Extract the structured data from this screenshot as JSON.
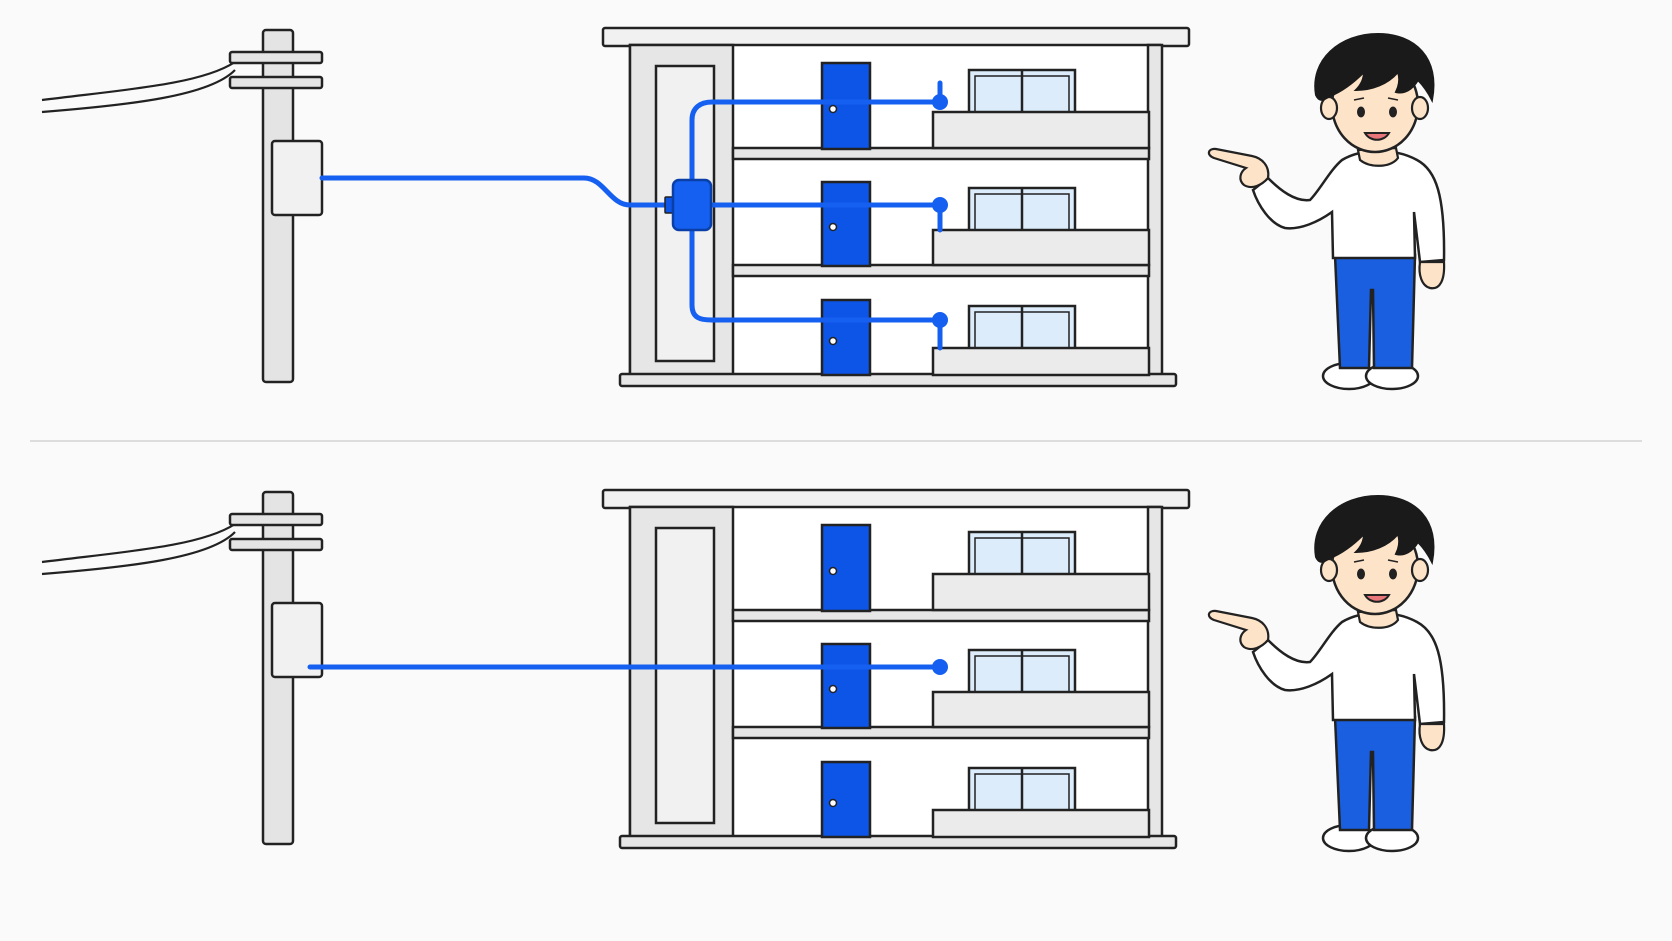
{
  "colors": {
    "background": "#fafafa",
    "line_blue": "#1560f0",
    "door_blue": "#0d55e6",
    "building_fill": "#f1f1f1",
    "building_wall": "#e6e6e6",
    "outline": "#222222",
    "window_glass": "#dcecfb",
    "pole_gray": "#e4e4e4",
    "separator": "#dddddd",
    "pants_blue": "#1a5fe0",
    "skin": "#fde3c8",
    "hair": "#1a1a1a"
  },
  "panels": [
    {
      "name": "top-panel-shared-distribution",
      "wiring": "shared-riser-to-all-units",
      "units_connected": 3
    },
    {
      "name": "bottom-panel-direct-line",
      "wiring": "direct-line-to-single-unit",
      "units_connected": 1
    }
  ],
  "icons": [
    "utility-pole-icon",
    "apartment-building-icon",
    "boy-pointing-icon",
    "junction-box-icon"
  ]
}
